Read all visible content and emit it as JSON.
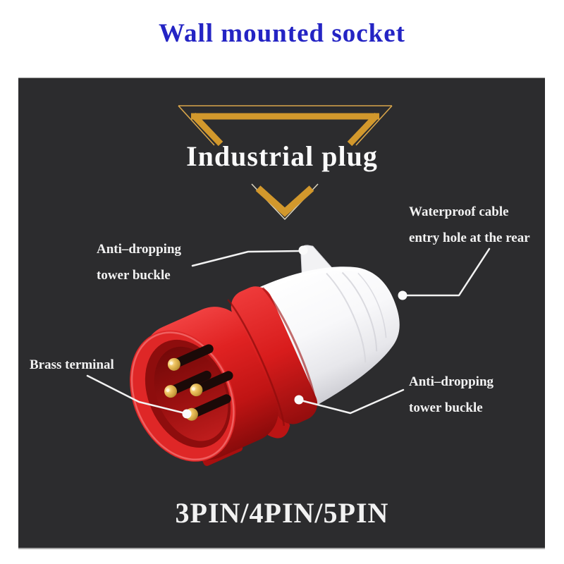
{
  "title": "Wall mounted socket",
  "panel": {
    "heading": "Industrial plug",
    "footer": "3PIN/4PIN/5PIN"
  },
  "annotations": {
    "tower_buckle_top": {
      "line1": "Anti–dropping",
      "line2": "tower buckle"
    },
    "waterproof": {
      "line1": "Waterproof cable",
      "line2": "entry hole at the rear"
    },
    "brass_terminal": {
      "line1": "Brass terminal"
    },
    "tower_buckle_bottom": {
      "line1": "Anti–dropping",
      "line2": "tower buckle"
    }
  },
  "icons": {
    "top_ornament": "gold-bracket-ornament",
    "divider": "chevron-down"
  },
  "colors": {
    "title_blue": "#2424c4",
    "panel_background": "#2c2c2e",
    "ornament_gold": "#d2982c",
    "plug_red": "#d81c1c",
    "plug_body_white": "#f5f5f7",
    "brass": "#d9a943",
    "label_white": "#f2f2f2"
  }
}
